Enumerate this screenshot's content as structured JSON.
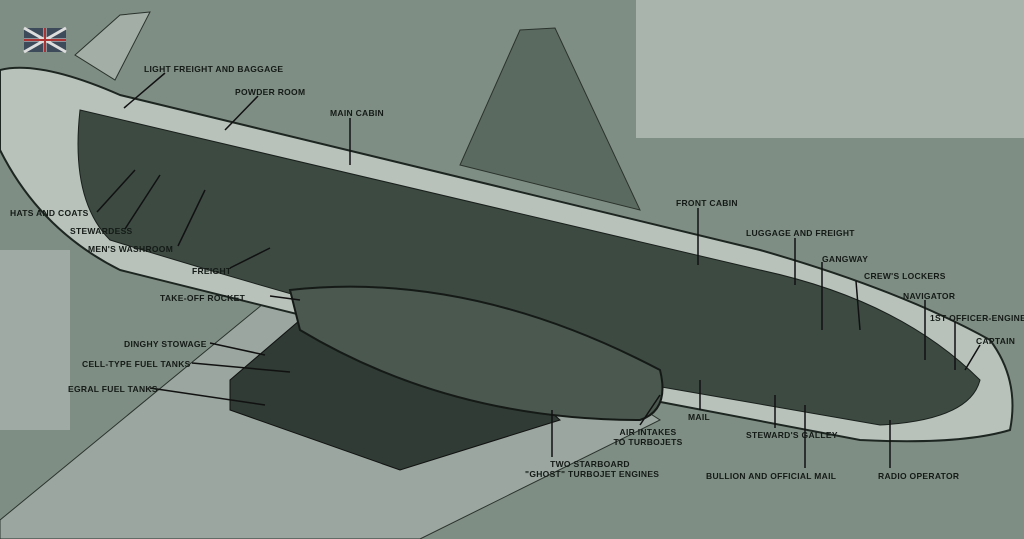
{
  "labels": {
    "light_freight": "LIGHT FREIGHT AND BAGGAGE",
    "powder_room": "POWDER ROOM",
    "main_cabin": "MAIN CABIN",
    "hats_coats": "HATS AND COATS",
    "stewardess": "STEWARDESS",
    "mens_washroom": "MEN'S WASHROOM",
    "freight": "FREIGHT",
    "takeoff_rocket": "TAKE-OFF ROCKET",
    "dinghy": "DINGHY STOWAGE",
    "cell_tanks": "CELL-TYPE FUEL TANKS",
    "integral_tanks": "EGRAL FUEL TANKS",
    "front_cabin": "FRONT CABIN",
    "luggage": "LUGGAGE AND FREIGHT",
    "gangway": "GANGWAY",
    "crews_lockers": "CREW'S LOCKERS",
    "navigator": "NAVIGATOR",
    "first_officer": "1ST OFFICER-ENGINE",
    "captain": "CAPTAIN",
    "mail": "MAIL",
    "air_intakes_1": "AIR INTAKES",
    "air_intakes_2": "TO TURBOJETS",
    "stewards_galley": "STEWARD'S GALLEY",
    "engines_1": "TWO STARBOARD",
    "engines_2": "\"GHOST\" TURBOJET ENGINES",
    "bullion": "BULLION AND OFFICIAL MAIL",
    "radio_operator": "RADIO OPERATOR"
  }
}
